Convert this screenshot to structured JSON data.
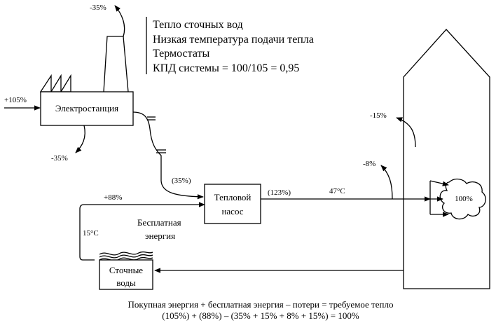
{
  "legend": {
    "line1": "Тепло сточных вод",
    "line2": "Низкая температура подачи тепла",
    "line3": "Термостаты",
    "line4": "КПД системы = 100/105 = 0,95"
  },
  "power_plant": {
    "label": "Электростанция",
    "input": "+105%",
    "loss_stack": "-35%",
    "loss_bottom": "-35%"
  },
  "heat_pump": {
    "line1": "Тепловой",
    "line2": "насос",
    "electric_input": "(35%)",
    "output_share": "(123%)",
    "supply_temp": "47°C"
  },
  "free_energy": {
    "share": "+88%",
    "line1": "Бесплатная",
    "line2": "энергия",
    "temp": "15°C"
  },
  "wastewater": {
    "line1": "Сточные",
    "line2": "воды"
  },
  "house": {
    "heat_delivered": "100%",
    "loss_roof": "-15%",
    "loss_wall": "-8%"
  },
  "footer": {
    "line1": "Покупная энергия + бесплатная энергия – потери = требуемое тепло",
    "line2": "(105%) + (88%) – (35% + 15% + 8% + 15%) = 100%"
  }
}
